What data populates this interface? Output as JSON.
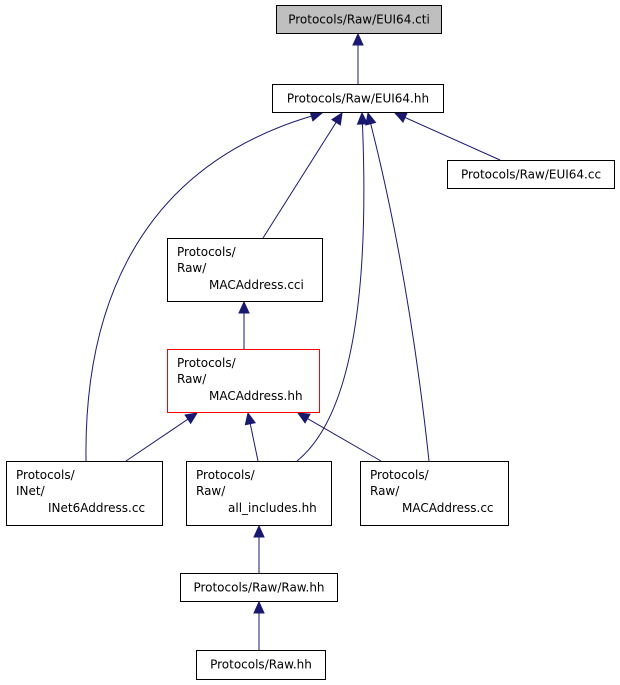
{
  "nodes": [
    {
      "id": "eui64_cti",
      "name": "node-eui64-cti",
      "lines": [
        "Protocols/Raw/EUI64.cti"
      ],
      "kind": "current"
    },
    {
      "id": "eui64_hh",
      "name": "node-eui64-hh",
      "lines": [
        "Protocols/Raw/EUI64.hh"
      ],
      "kind": "normal"
    },
    {
      "id": "eui64_cc",
      "name": "node-eui64-cc",
      "lines": [
        "Protocols/Raw/EUI64.cc"
      ],
      "kind": "normal"
    },
    {
      "id": "mac_cci",
      "name": "node-macaddress-cci",
      "lines": [
        "Protocols/",
        "Raw/",
        "MACAddress.cci"
      ],
      "kind": "normal"
    },
    {
      "id": "mac_hh",
      "name": "node-macaddress-hh",
      "lines": [
        "Protocols/",
        "Raw/",
        "MACAddress.hh"
      ],
      "kind": "highlight"
    },
    {
      "id": "inet6_cc",
      "name": "node-inet6address-cc",
      "lines": [
        "Protocols/",
        "INet/",
        "INet6Address.cc"
      ],
      "kind": "normal"
    },
    {
      "id": "all_inc",
      "name": "node-all-includes-hh",
      "lines": [
        "Protocols/",
        "Raw/",
        "all_includes.hh"
      ],
      "kind": "normal"
    },
    {
      "id": "mac_cc",
      "name": "node-macaddress-cc",
      "lines": [
        "Protocols/",
        "Raw/",
        "MACAddress.cc"
      ],
      "kind": "normal"
    },
    {
      "id": "raw_hh",
      "name": "node-raw-raw-hh",
      "lines": [
        "Protocols/Raw/Raw.hh"
      ],
      "kind": "normal"
    },
    {
      "id": "protocols_raw_hh",
      "name": "node-protocols-raw-hh",
      "lines": [
        "Protocols/Raw.hh"
      ],
      "kind": "normal"
    }
  ],
  "edges": [
    {
      "from": "eui64_hh",
      "to": "eui64_cti"
    },
    {
      "from": "eui64_cc",
      "to": "eui64_hh"
    },
    {
      "from": "mac_cci",
      "to": "eui64_hh"
    },
    {
      "from": "inet6_cc",
      "to": "eui64_hh"
    },
    {
      "from": "all_inc",
      "to": "eui64_hh"
    },
    {
      "from": "mac_cc",
      "to": "eui64_hh"
    },
    {
      "from": "mac_hh",
      "to": "mac_cci"
    },
    {
      "from": "inet6_cc",
      "to": "mac_hh"
    },
    {
      "from": "all_inc",
      "to": "mac_hh"
    },
    {
      "from": "mac_cc",
      "to": "mac_hh"
    },
    {
      "from": "raw_hh",
      "to": "all_inc"
    },
    {
      "from": "protocols_raw_hh",
      "to": "raw_hh"
    }
  ],
  "colors": {
    "edge": "#191970",
    "border": "#000000",
    "highlight_border": "#ff0000",
    "current_fill": "#bfbfbf"
  }
}
